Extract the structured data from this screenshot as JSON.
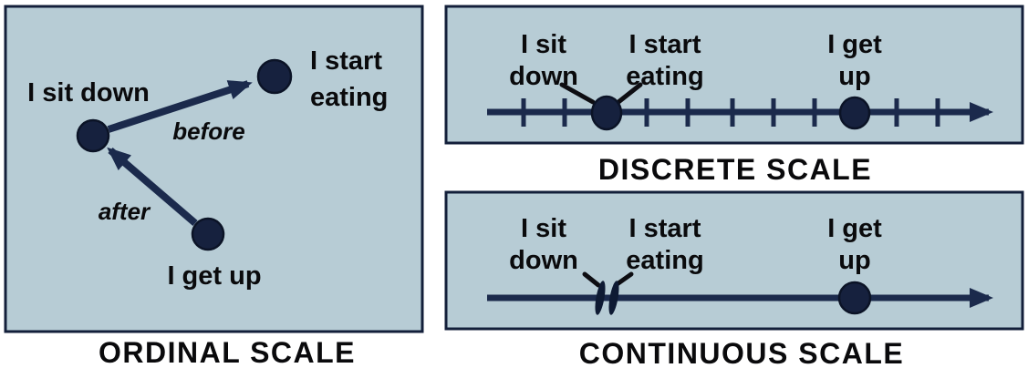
{
  "colors": {
    "panel_bg": "#b7ccd5",
    "panel_border": "#131f3a",
    "navy_line": "#1b2a4c",
    "node_fill": "#16213e",
    "node_stroke": "#0b1326",
    "text": "#0a0a0c",
    "leader_line": "#0d0d12"
  },
  "ordinal": {
    "caption": "ORDINAL SCALE",
    "node_sit_label": "I sit down",
    "node_eat_label_line1": "I start",
    "node_eat_label_line2": "eating",
    "node_get_label": "I get up",
    "edge_before_label": "before",
    "edge_after_label": "after"
  },
  "discrete": {
    "caption": "DISCRETE SCALE",
    "label_sit_line1": "I sit",
    "label_sit_line2": "down",
    "label_eat_line1": "I start",
    "label_eat_line2": "eating",
    "label_get_line1": "I get",
    "label_get_line2": "up"
  },
  "continuous": {
    "caption": "CONTINUOUS SCALE",
    "label_sit_line1": "I sit",
    "label_sit_line2": "down",
    "label_eat_line1": "I start",
    "label_eat_line2": "eating",
    "label_get_line1": "I get",
    "label_get_line2": "up"
  }
}
